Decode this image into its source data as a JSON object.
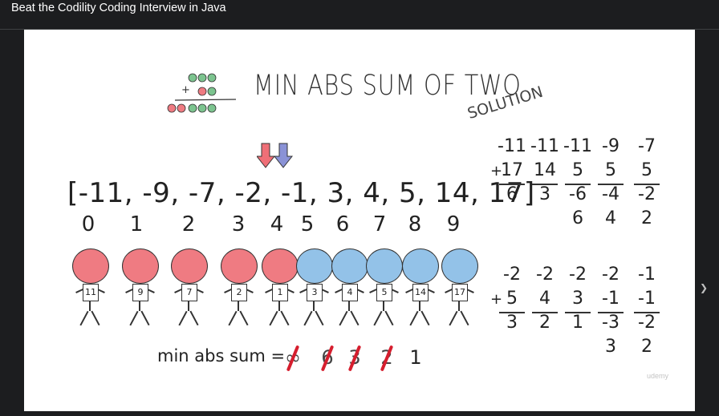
{
  "window": {
    "title": "Beat the Codility Coding Interview in Java"
  },
  "slide": {
    "title": "MIN ABS SUM OF TWO",
    "subtitle": "SOLUTION",
    "array_text": "[-11, -9, -7, -2, -1, 3, 4, 5, 14, 17]",
    "indices": [
      "0",
      "1",
      "2",
      "3",
      "4",
      "5",
      "6",
      "7",
      "8",
      "9"
    ],
    "people": [
      {
        "label": "11",
        "color": "red"
      },
      {
        "label": "9",
        "color": "red"
      },
      {
        "label": "7",
        "color": "red"
      },
      {
        "label": "2",
        "color": "red"
      },
      {
        "label": "1",
        "color": "red"
      },
      {
        "label": "3",
        "color": "blue"
      },
      {
        "label": "4",
        "color": "blue"
      },
      {
        "label": "5",
        "color": "blue"
      },
      {
        "label": "14",
        "color": "blue"
      },
      {
        "label": "17",
        "color": "blue"
      }
    ],
    "min_abs_sum_label": "min abs sum =",
    "min_abs_sum_values": [
      {
        "text": "∞",
        "struck": true
      },
      {
        "text": "6",
        "struck": true
      },
      {
        "text": "3",
        "struck": true
      },
      {
        "text": "2",
        "struck": true
      },
      {
        "text": "1",
        "struck": false
      }
    ],
    "calc_top": {
      "row1": [
        "-11",
        "-11",
        "-11",
        "-9",
        "-7"
      ],
      "row2": [
        "17",
        "14",
        "5",
        "5",
        "5"
      ],
      "row3": [
        "6",
        "3",
        "-6",
        "-4",
        "-2"
      ],
      "row4": [
        "",
        "",
        "6",
        "4",
        "2"
      ]
    },
    "calc_bottom": {
      "row1": [
        "-2",
        "-2",
        "-2",
        "-2",
        "-1"
      ],
      "row2": [
        "5",
        "4",
        "3",
        "-1",
        "-1"
      ],
      "row3": [
        "3",
        "2",
        "1",
        "-3",
        "-2"
      ],
      "row4": [
        "",
        "",
        "",
        "3",
        "2"
      ]
    },
    "plus_sign": "+",
    "addition_icon_plus": "+",
    "arrow_colors": {
      "left": "#ef6f77",
      "right": "#8a92d6"
    },
    "watermark": "udemy"
  }
}
